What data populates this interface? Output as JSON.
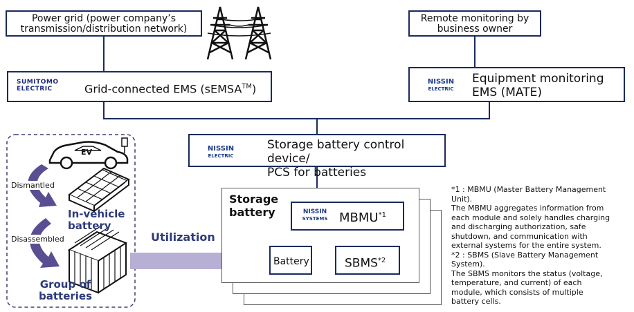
{
  "power_grid": {
    "line1": "Power grid (power company’s",
    "line2": "transmission/distribution network)"
  },
  "remote": {
    "line1": "Remote monitoring by",
    "line2": "business owner"
  },
  "sumitomo": {
    "logo_line1": "SUMITOMO",
    "logo_line2": "ELECTRIC",
    "label": "Grid-connected EMS (sEMSA",
    "label_sup": "TM",
    "label_end": ")"
  },
  "equipment": {
    "logo_line1": "NISSIN",
    "logo_line2": "ELECTRIC",
    "line1": "Equipment monitoring",
    "line2": "EMS (MATE)"
  },
  "control": {
    "logo_line1": "NISSIN",
    "logo_line2": "ELECTRIC",
    "line1": "Storage battery control device/",
    "line2": "PCS for batteries"
  },
  "storage": {
    "title_line1": "Storage",
    "title_line2": "battery"
  },
  "mbmu": {
    "logo_line1": "NISSIN",
    "logo_line2": "SYSTEMS",
    "label": "MBMU",
    "sup": "*1"
  },
  "battery": {
    "label": "Battery"
  },
  "sbms": {
    "label": "SBMS",
    "sup": "*2"
  },
  "ev": {
    "label": "EV"
  },
  "left_panel": {
    "dismantled": "Dismantled",
    "in_vehicle_line1": "In-vehicle",
    "in_vehicle_line2": "battery",
    "disassembled": "Disassembled",
    "group_line1": "Group of",
    "group_line2": "batteries"
  },
  "utilization": "Utilization",
  "notes": {
    "n1_line1": "*1 : MBMU (Master Battery Management",
    "n1_line2": "Unit).",
    "n1_line3": "The MBMU aggregates information from",
    "n1_line4": "each module and solely handles charging",
    "n1_line5": "and discharging authorization, safe",
    "n1_line6": "shutdown, and communication with",
    "n1_line7": "external systems for the entire system.",
    "n2_line1": "*2 : SBMS (Slave Battery Management",
    "n2_line2": "System).",
    "n2_line3": "The SBMS monitors the status (voltage,",
    "n2_line4": "temperature, and current) of each",
    "n2_line5": "module, which consists of multiple",
    "n2_line6": "battery cells."
  },
  "colors": {
    "navy": "#1a2a5e",
    "arrow_purple": "#5a4e92",
    "utilization_arrow": "#b7b0d4",
    "blue_text": "#2d3a7a"
  }
}
